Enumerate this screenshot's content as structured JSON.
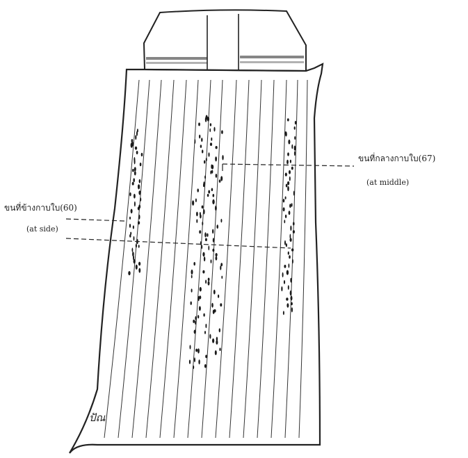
{
  "diagram": {
    "labels": {
      "middle_thai": "ขนที่กลางกาบใบ(67)",
      "middle_en": "(at middle)",
      "side_thai": "ขนที่ข้างกาบใบ(60)",
      "side_en": "(at side)"
    },
    "signature": "ปัณ",
    "colors": {
      "ink": "#222222",
      "paper": "#ffffff"
    }
  }
}
